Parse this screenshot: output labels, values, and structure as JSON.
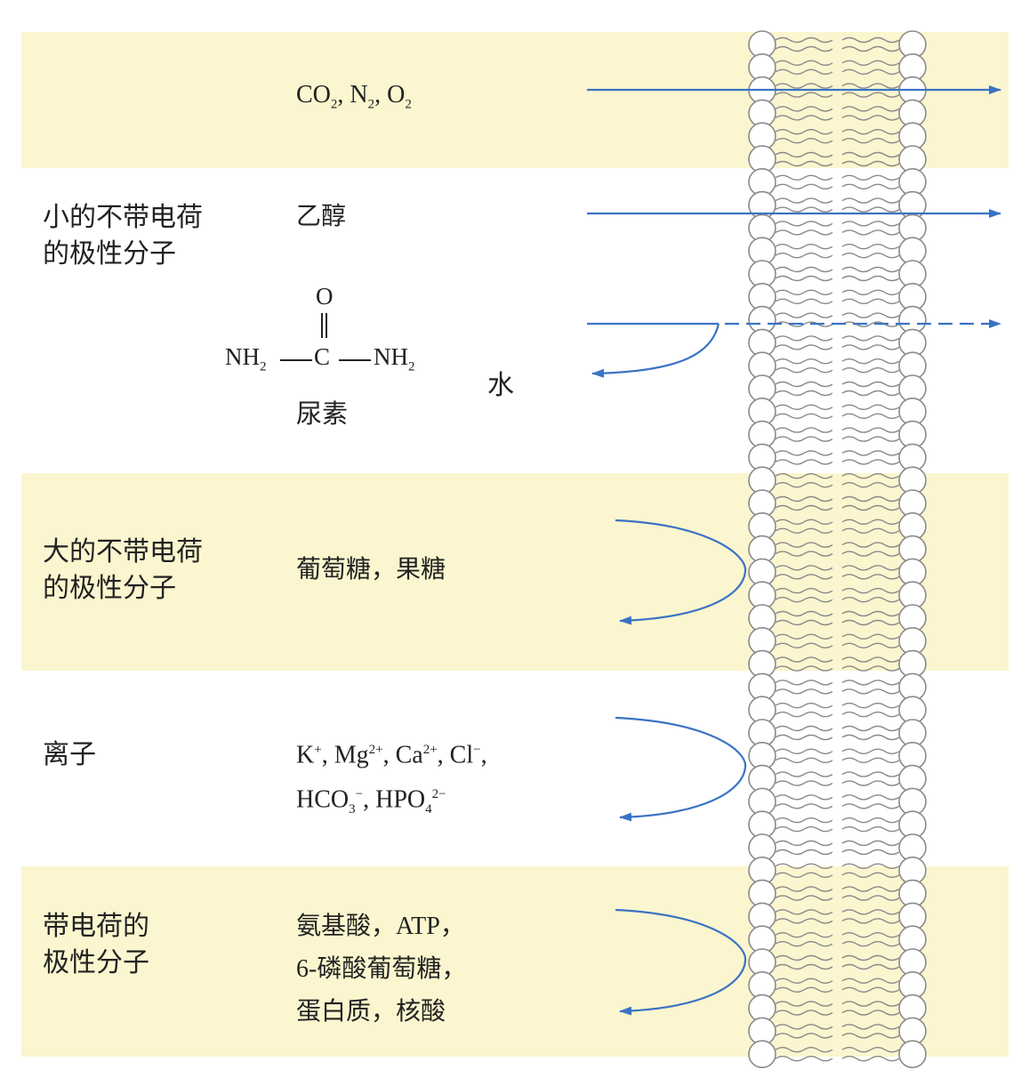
{
  "rows": [
    {
      "category": [],
      "molecules": [
        [
          {
            "t": "CO"
          },
          {
            "sub": "2"
          },
          {
            "t": ", N"
          },
          {
            "sub": "2"
          },
          {
            "t": ", O"
          },
          {
            "sub": "2"
          }
        ]
      ]
    },
    {
      "category": [
        "小的不带电荷",
        "的极性分子"
      ],
      "molecules": [
        [
          {
            "t": "乙醇"
          }
        ]
      ]
    },
    {
      "category": [
        "大的不带电荷",
        "的极性分子"
      ],
      "molecules": [
        [
          {
            "t": "葡萄糖，果糖"
          }
        ]
      ]
    },
    {
      "category": [
        "离子"
      ],
      "molecules": [
        [
          {
            "t": "K"
          },
          {
            "sup": "+"
          },
          {
            "t": ", Mg"
          },
          {
            "sup": "2+"
          },
          {
            "t": ", Ca"
          },
          {
            "sup": "2+"
          },
          {
            "t": ", Cl"
          },
          {
            "sup": "−"
          },
          {
            "t": ","
          }
        ],
        [
          {
            "t": "HCO"
          },
          {
            "sub": "3"
          },
          {
            "sup": "−"
          },
          {
            "t": ", HPO"
          },
          {
            "sub": "4"
          },
          {
            "sup": "2−"
          }
        ]
      ]
    },
    {
      "category": [
        "带电荷的",
        "极性分子"
      ],
      "molecules": [
        [
          {
            "t": "氨基酸，ATP，"
          }
        ],
        [
          {
            "t": "6-磷酸葡萄糖，"
          }
        ],
        [
          {
            "t": "蛋白质，核酸"
          }
        ]
      ]
    }
  ],
  "urea": {
    "oxygen": "O",
    "left_group": "NH",
    "left_sub": "2",
    "carbon": "C",
    "right_group": "NH",
    "right_sub": "2",
    "name": "尿素"
  },
  "water_label": "水",
  "colors": {
    "band_yellow": "#fbf6cf",
    "arrow": "#3a73c4",
    "membrane_stroke": "#8a8a8a"
  }
}
